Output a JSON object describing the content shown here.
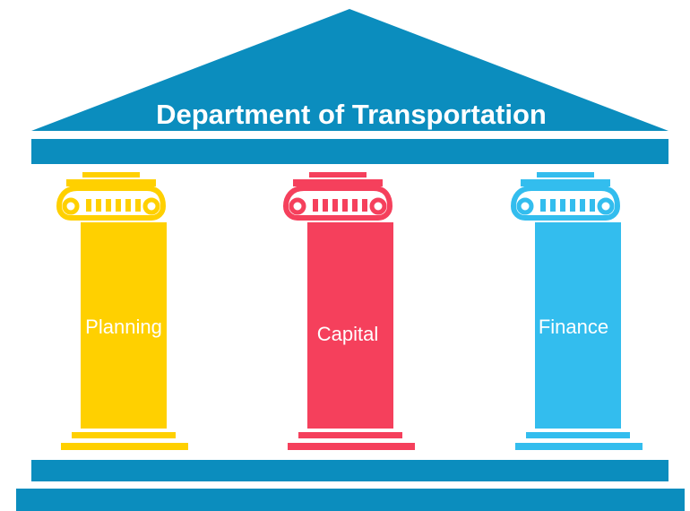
{
  "title": "Department of Transportation",
  "pillars": [
    {
      "label": "Planning",
      "color": "#FFD000"
    },
    {
      "label": "Capital",
      "color": "#F5405C"
    },
    {
      "label": "Finance",
      "color": "#33BDEE"
    }
  ],
  "structure_color": "#0B8DBE",
  "title_color": "#ffffff",
  "label_color": "#ffffff"
}
